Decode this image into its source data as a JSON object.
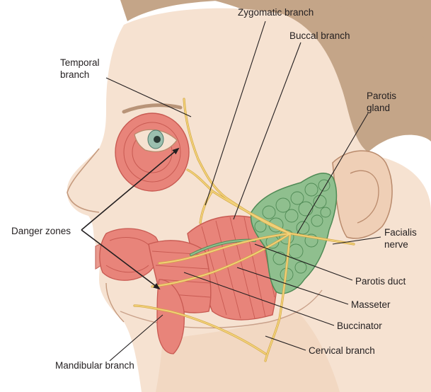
{
  "labels": {
    "temporal_branch": [
      "Temporal",
      "branch"
    ],
    "zygomatic_branch": "Zygomatic branch",
    "buccal_branch": "Buccal branch",
    "parotis_gland": [
      "Parotis",
      "gland"
    ],
    "danger_zones": "Danger zones",
    "facialis_nerve": [
      "Facialis",
      "nerve"
    ],
    "parotis_duct": "Parotis duct",
    "masseter": "Masseter",
    "buccinator": "Buccinator",
    "cervical_branch": "Cervical branch",
    "mandibular_branch": "Mandibular branch"
  },
  "colors": {
    "skin": "#f6e2d1",
    "skin_shadow": "#efcfb6",
    "hair": "#c4a588",
    "muscle": "#e8847a",
    "muscle_dark": "#c85a52",
    "gland": "#8fbf8e",
    "gland_dark": "#4f8a55",
    "nerve": "#f2d27a",
    "nerve_edge": "#d4a846",
    "leader": "#231f20"
  }
}
